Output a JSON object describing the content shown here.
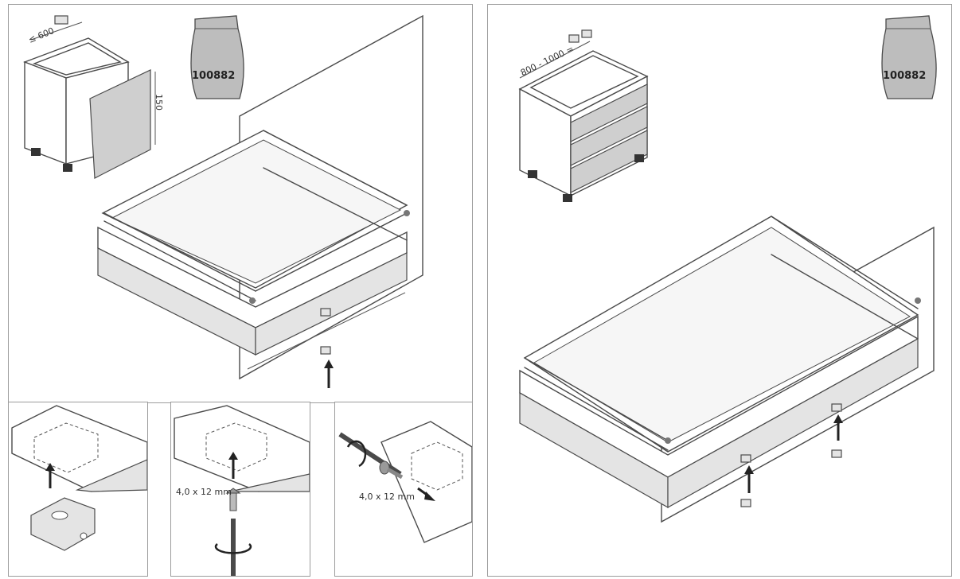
{
  "left_panel": {
    "bag_number": "100882",
    "cabinet_width_label": "≤ 600",
    "cabinet_height_label": "150",
    "detail_screw_label": "4,0 x 12 mm",
    "detail_screw_label_2": "4,0 x 12 mm"
  },
  "right_panel": {
    "bag_number": "100882",
    "cabinet_width_label": "800 - 1000 ="
  },
  "colors": {
    "line": "#4a4a4a",
    "fill_gray": "#cfcfcf",
    "frame": "#9c9c9c"
  },
  "icons": [
    "hardware-bag-icon",
    "bracket-icon",
    "screw-icon",
    "screwdriver-icon",
    "rotate-arrow-icon",
    "up-arrow-icon"
  ]
}
